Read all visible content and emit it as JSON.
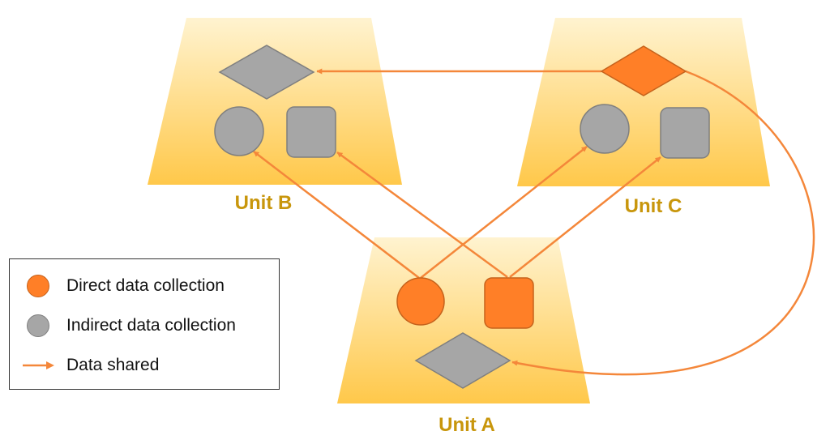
{
  "colors": {
    "direct": "#FF7F27",
    "direct_stroke": "#C5621C",
    "indirect": "#A6A6A6",
    "indirect_stroke": "#7F7F7F",
    "arrow": "#F4873A",
    "panel_top": "#FFF2CC",
    "panel_bottom": "#FFC94A",
    "label": "#C8960C"
  },
  "units": {
    "a": {
      "label": "Unit A"
    },
    "b": {
      "label": "Unit B"
    },
    "c": {
      "label": "Unit C"
    }
  },
  "legend": {
    "direct": "Direct data collection",
    "indirect": "Indirect data collection",
    "shared": "Data shared"
  }
}
